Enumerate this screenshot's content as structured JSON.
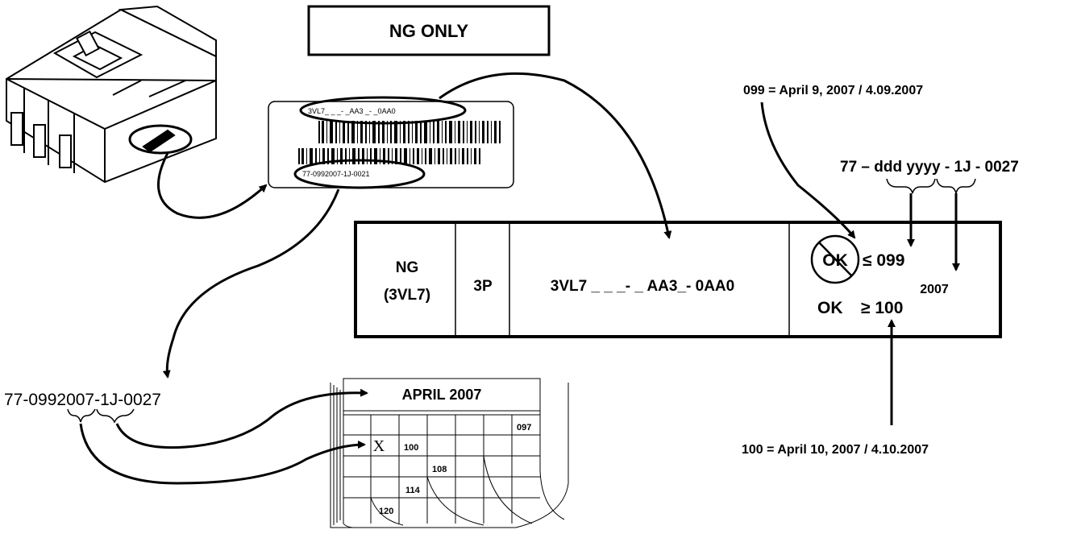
{
  "title_box": "NG ONLY",
  "label_sticker": {
    "top_code": "3VL7_ _ _- _AA3 _- _0AA0",
    "bottom_code": "77-0992007-1J-0021"
  },
  "table": {
    "family": "NG",
    "family_sub": "(3VL7)",
    "poles": "3P",
    "order_code": "3VL7 _ _ _- _ AA3_- 0AA0",
    "not_ok_label": "OK",
    "not_ok_value": "≤ 099",
    "year": "2007",
    "ok_label": "OK",
    "ok_value": "≥ 100"
  },
  "annotations": {
    "date_099": "099 = April   9, 2007 / 4.09.2007",
    "format": "77 – ddd yyyy - 1J - 0027",
    "date_100": "100 = April 10, 2007 / 4.10.2007",
    "serial_example": "77-0992007-1J-0027"
  },
  "calendar": {
    "month": "APRIL  2007",
    "mark": "X",
    "days": [
      "097",
      "100",
      "108",
      "114",
      "120"
    ]
  }
}
